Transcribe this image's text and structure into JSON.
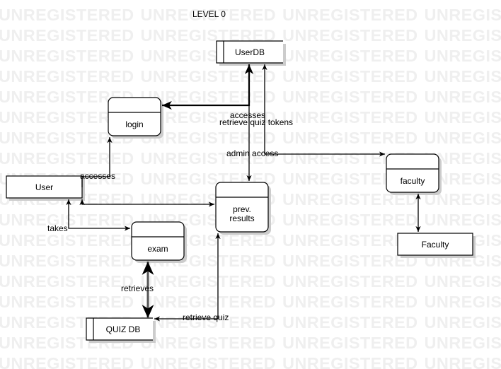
{
  "diagram": {
    "title": "LEVEL 0",
    "watermark": "UNREGISTERED",
    "nodes": {
      "userdb": "UserDB",
      "login": "login",
      "user": "User",
      "prev_results_line1": "prev.",
      "prev_results_line2": "results",
      "exam": "exam",
      "faculty_process": "faculty",
      "faculty_entity": "Faculty",
      "quizdb": "QUIZ DB"
    },
    "edges": {
      "accesses_login": "accesses",
      "accesses_userdb": "accesses",
      "retrieve_quiz_tokens": "retrieve quiz tokens",
      "admin_access": "admin access",
      "takes": "takes",
      "retrieves": "retrieves",
      "retrieve_quiz": "retrieve quiz"
    },
    "colors": {
      "stroke": "#000000",
      "shadow": "#cccccc",
      "watermark": "#efefef",
      "background": "#ffffff"
    }
  }
}
